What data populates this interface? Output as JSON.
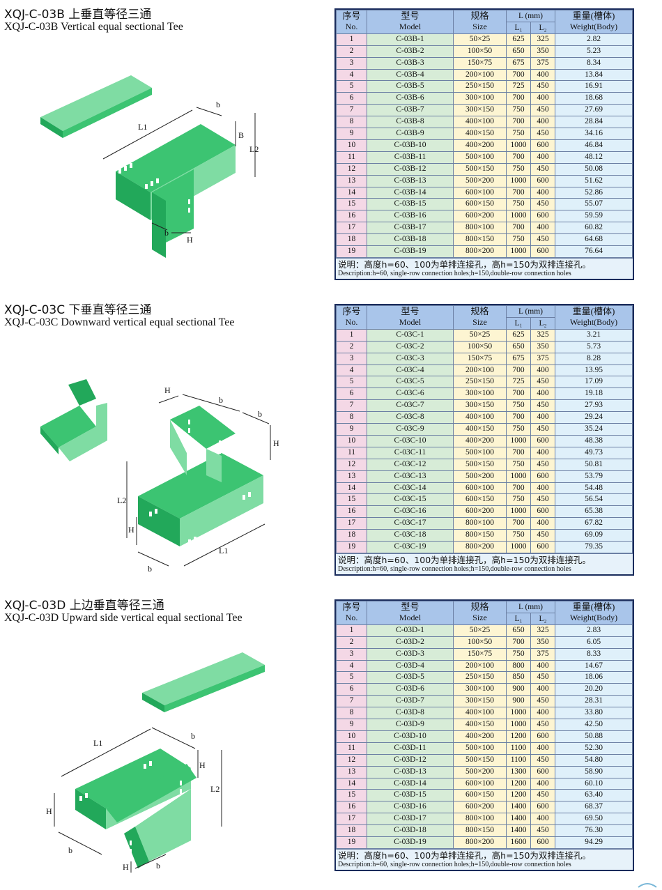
{
  "sections": [
    {
      "title_cn": "XQJ-C-03B 上垂直等径三通",
      "title_en": "XQJ-C-03B Vertical equal sectional Tee",
      "dims": [
        "L1",
        "b",
        "B",
        "L2",
        "b",
        "H"
      ],
      "rows": [
        [
          "1",
          "C-03B-1",
          "50×25",
          "625",
          "325",
          "2.82"
        ],
        [
          "2",
          "C-03B-2",
          "100×50",
          "650",
          "350",
          "5.23"
        ],
        [
          "3",
          "C-03B-3",
          "150×75",
          "675",
          "375",
          "8.34"
        ],
        [
          "4",
          "C-03B-4",
          "200×100",
          "700",
          "400",
          "13.84"
        ],
        [
          "5",
          "C-03B-5",
          "250×150",
          "725",
          "450",
          "16.91"
        ],
        [
          "6",
          "C-03B-6",
          "300×100",
          "700",
          "400",
          "18.68"
        ],
        [
          "7",
          "C-03B-7",
          "300×150",
          "750",
          "450",
          "27.69"
        ],
        [
          "8",
          "C-03B-8",
          "400×100",
          "700",
          "400",
          "28.84"
        ],
        [
          "9",
          "C-03B-9",
          "400×150",
          "750",
          "450",
          "34.16"
        ],
        [
          "10",
          "C-03B-10",
          "400×200",
          "1000",
          "600",
          "46.84"
        ],
        [
          "11",
          "C-03B-11",
          "500×100",
          "700",
          "400",
          "48.12"
        ],
        [
          "12",
          "C-03B-12",
          "500×150",
          "750",
          "450",
          "50.08"
        ],
        [
          "13",
          "C-03B-13",
          "500×200",
          "1000",
          "600",
          "51.62"
        ],
        [
          "14",
          "C-03B-14",
          "600×100",
          "700",
          "400",
          "52.86"
        ],
        [
          "15",
          "C-03B-15",
          "600×150",
          "750",
          "450",
          "55.07"
        ],
        [
          "16",
          "C-03B-16",
          "600×200",
          "1000",
          "600",
          "59.59"
        ],
        [
          "17",
          "C-03B-17",
          "800×100",
          "700",
          "400",
          "60.82"
        ],
        [
          "18",
          "C-03B-18",
          "800×150",
          "750",
          "450",
          "64.68"
        ],
        [
          "19",
          "C-03B-19",
          "800×200",
          "1000",
          "600",
          "76.64"
        ]
      ]
    },
    {
      "title_cn": "XQJ-C-03C 下垂直等径三通",
      "title_en": "XQJ-C-03C Downward vertical equal sectional Tee",
      "dims": [
        "H",
        "b",
        "b",
        "H",
        "L2",
        "H",
        "b",
        "L1"
      ],
      "rows": [
        [
          "1",
          "C-03C-1",
          "50×25",
          "625",
          "325",
          "3.21"
        ],
        [
          "2",
          "C-03C-2",
          "100×50",
          "650",
          "350",
          "5.73"
        ],
        [
          "3",
          "C-03C-3",
          "150×75",
          "675",
          "375",
          "8.28"
        ],
        [
          "4",
          "C-03C-4",
          "200×100",
          "700",
          "400",
          "13.95"
        ],
        [
          "5",
          "C-03C-5",
          "250×150",
          "725",
          "450",
          "17.09"
        ],
        [
          "6",
          "C-03C-6",
          "300×100",
          "700",
          "400",
          "19.18"
        ],
        [
          "7",
          "C-03C-7",
          "300×150",
          "750",
          "450",
          "27.93"
        ],
        [
          "8",
          "C-03C-8",
          "400×100",
          "700",
          "400",
          "29.24"
        ],
        [
          "9",
          "C-03C-9",
          "400×150",
          "750",
          "450",
          "35.24"
        ],
        [
          "10",
          "C-03C-10",
          "400×200",
          "1000",
          "600",
          "48.38"
        ],
        [
          "11",
          "C-03C-11",
          "500×100",
          "700",
          "400",
          "49.73"
        ],
        [
          "12",
          "C-03C-12",
          "500×150",
          "750",
          "450",
          "50.81"
        ],
        [
          "13",
          "C-03C-13",
          "500×200",
          "1000",
          "600",
          "53.79"
        ],
        [
          "14",
          "C-03C-14",
          "600×100",
          "700",
          "400",
          "54.48"
        ],
        [
          "15",
          "C-03C-15",
          "600×150",
          "750",
          "450",
          "56.54"
        ],
        [
          "16",
          "C-03C-16",
          "600×200",
          "1000",
          "600",
          "65.38"
        ],
        [
          "17",
          "C-03C-17",
          "800×100",
          "700",
          "400",
          "67.82"
        ],
        [
          "18",
          "C-03C-18",
          "800×150",
          "750",
          "450",
          "69.09"
        ],
        [
          "19",
          "C-03C-19",
          "800×200",
          "1000",
          "600",
          "79.35"
        ]
      ]
    },
    {
      "title_cn": "XQJ-C-03D 上边垂直等径三通",
      "title_en": "XQJ-C-03D Upward side vertical equal sectional Tee",
      "dims": [
        "L1",
        "b",
        "H",
        "L2",
        "H",
        "b",
        "H",
        "b"
      ],
      "rows": [
        [
          "1",
          "C-03D-1",
          "50×25",
          "650",
          "325",
          "2.83"
        ],
        [
          "2",
          "C-03D-2",
          "100×50",
          "700",
          "350",
          "6.05"
        ],
        [
          "3",
          "C-03D-3",
          "150×75",
          "750",
          "375",
          "8.33"
        ],
        [
          "4",
          "C-03D-4",
          "200×100",
          "800",
          "400",
          "14.67"
        ],
        [
          "5",
          "C-03D-5",
          "250×150",
          "850",
          "450",
          "18.06"
        ],
        [
          "6",
          "C-03D-6",
          "300×100",
          "900",
          "400",
          "20.20"
        ],
        [
          "7",
          "C-03D-7",
          "300×150",
          "900",
          "450",
          "28.31"
        ],
        [
          "8",
          "C-03D-8",
          "400×100",
          "1000",
          "400",
          "33.80"
        ],
        [
          "9",
          "C-03D-9",
          "400×150",
          "1000",
          "450",
          "42.50"
        ],
        [
          "10",
          "C-03D-10",
          "400×200",
          "1200",
          "600",
          "50.88"
        ],
        [
          "11",
          "C-03D-11",
          "500×100",
          "1100",
          "400",
          "52.30"
        ],
        [
          "12",
          "C-03D-12",
          "500×150",
          "1100",
          "450",
          "54.80"
        ],
        [
          "13",
          "C-03D-13",
          "500×200",
          "1300",
          "600",
          "58.90"
        ],
        [
          "14",
          "C-03D-14",
          "600×100",
          "1200",
          "400",
          "60.10"
        ],
        [
          "15",
          "C-03D-15",
          "600×150",
          "1200",
          "450",
          "63.40"
        ],
        [
          "16",
          "C-03D-16",
          "600×200",
          "1400",
          "600",
          "68.37"
        ],
        [
          "17",
          "C-03D-17",
          "800×100",
          "1400",
          "400",
          "69.50"
        ],
        [
          "18",
          "C-03D-18",
          "800×150",
          "1400",
          "450",
          "76.30"
        ],
        [
          "19",
          "C-03D-19",
          "800×200",
          "1600",
          "600",
          "94.29"
        ]
      ]
    }
  ],
  "headers": {
    "no_cn": "序号",
    "no_en": "No.",
    "model_cn": "型号",
    "model_en": "Model",
    "size_cn": "规格",
    "size_en": "Size",
    "l_group": "L (mm)",
    "l1": "L₁",
    "l2": "L₂",
    "weight_cn": "重量(槽体)",
    "weight_en": "Weight(Body)"
  },
  "description": {
    "cn": "说明：高度h=60、100为单排连接孔，高h=150为双排连接孔。",
    "en": "Description:h=60, single-row connection holes;h=150,double-row connection holes"
  },
  "colors": {
    "header_bg": "#a9c5ea",
    "no_col": "#f4d8e6",
    "model_col": "#d7ecd7",
    "size_col": "#fdf5d2",
    "weight_col": "#dff0fa",
    "tray_green": "#3cc472"
  }
}
